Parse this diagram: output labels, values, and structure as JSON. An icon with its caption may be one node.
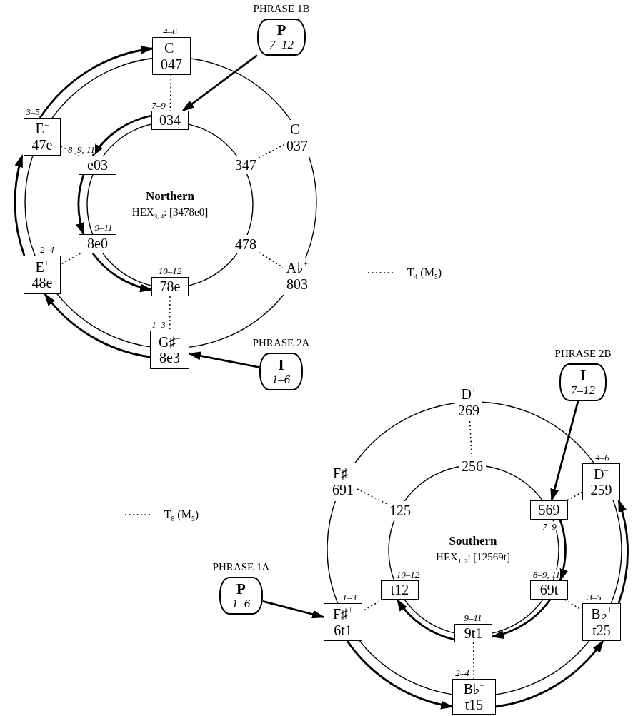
{
  "diagram": {
    "nodes": [
      {
        "text": [
          "PHRASE 1B",
          "P",
          "7–12"
        ]
      },
      {
        "text": [
          "C$^{+}$",
          "047"
        ],
        "beside": [
          "4–6"
        ]
      },
      {
        "text": [
          "034"
        ],
        "beside": [
          "7–9"
        ]
      },
      {
        "text": [
          "E$^{−}$",
          "47e"
        ],
        "beside": [
          "3–5"
        ]
      },
      {
        "text": [
          "C$^{−}$",
          "037"
        ]
      },
      {
        "text": [
          "e03"
        ],
        "beside": [
          "8–9, 11"
        ]
      },
      {
        "text": [
          "347"
        ]
      },
      {
        "text": [
          "8e0"
        ],
        "beside": [
          "9–11"
        ]
      },
      {
        "text": [
          "478"
        ]
      },
      {
        "text": [
          "E$^{+}$",
          "48e"
        ],
        "beside": [
          "2–4"
        ]
      },
      {
        "text": [
          "A♭$^{+}$",
          "803"
        ]
      },
      {
        "text": [
          "78e"
        ],
        "beside": [
          "10–12"
        ]
      },
      {
        "text": [
          "G♯$^{−}$",
          "8e3"
        ],
        "beside": [
          "1–3"
        ]
      },
      {
        "text": [
          "PHRASE 2A",
          "I",
          "1–6"
        ]
      },
      {
        "text": [
          "PHRASE 2B",
          "I",
          "7–12"
        ]
      },
      {
        "text": [
          "D$^{+}$",
          "269"
        ]
      },
      {
        "text": [
          "256"
        ]
      },
      {
        "text": [
          "D$^{−}$",
          "259"
        ],
        "beside": [
          "4–6"
        ]
      },
      {
        "text": [
          "F♯$^{−}$",
          "691"
        ]
      },
      {
        "text": [
          "125"
        ]
      },
      {
        "text": [
          "569"
        ],
        "beside": [
          "7–9"
        ]
      },
      {
        "text": [
          "t12"
        ],
        "beside": [
          "10–12"
        ]
      },
      {
        "text": [
          "69t"
        ],
        "beside": [
          "8–9, 11"
        ]
      },
      {
        "text": [
          "PHRASE 1A",
          "P",
          "1–6"
        ]
      },
      {
        "text": [
          "F♯$^{+}$",
          "6t1"
        ],
        "beside": [
          "1–3"
        ]
      },
      {
        "text": [
          "9t1"
        ],
        "beside": [
          "9–11"
        ]
      },
      {
        "text": [
          "B♭$^{+}$",
          "t25"
        ],
        "beside": [
          "3–5"
        ]
      },
      {
        "text": [
          "B♭$^{−}$",
          "t15"
        ],
        "beside": [
          "2–4"
        ]
      }
    ],
    "edges": [
      {
        "from": 9,
        "to": 3,
        "arrow": "to"
      },
      {
        "from": 3,
        "to": 1,
        "arrow": "to"
      },
      {
        "from": 12,
        "to": 9,
        "arrow": "to"
      },
      {
        "from": 0,
        "to": 2,
        "arrow": "to"
      },
      {
        "from": 2,
        "to": 5,
        "arrow": "to"
      },
      {
        "from": 5,
        "to": 7,
        "arrow": "to"
      },
      {
        "from": 7,
        "to": 11,
        "arrow": "to"
      },
      {
        "from": 13,
        "to": 12,
        "arrow": "to"
      },
      {
        "from": 1,
        "to": 2,
        "arrow": "none",
        "style": "dashed"
      },
      {
        "from": 3,
        "to": 5,
        "arrow": "none",
        "style": "dashed"
      },
      {
        "from": 4,
        "to": 6,
        "arrow": "none",
        "style": "dashed"
      },
      {
        "from": 7,
        "to": 9,
        "arrow": "none",
        "style": "dashed"
      },
      {
        "from": 8,
        "to": 10,
        "arrow": "none",
        "style": "dashed"
      },
      {
        "from": 11,
        "to": 12,
        "arrow": "none",
        "style": "dashed"
      },
      {
        "from": 14,
        "to": 20,
        "arrow": "to"
      },
      {
        "from": 20,
        "to": 22,
        "arrow": "to"
      },
      {
        "from": 22,
        "to": 25,
        "arrow": "to"
      },
      {
        "from": 25,
        "to": 21,
        "arrow": "to"
      },
      {
        "from": 23,
        "to": 24,
        "arrow": "to"
      },
      {
        "from": 24,
        "to": 27,
        "arrow": "to"
      },
      {
        "from": 27,
        "to": 26,
        "arrow": "to"
      },
      {
        "from": 26,
        "to": 17,
        "arrow": "to"
      },
      {
        "from": 15,
        "to": 16,
        "arrow": "none",
        "style": "dashed"
      },
      {
        "from": 18,
        "to": 19,
        "arrow": "none",
        "style": "dashed"
      },
      {
        "from": 17,
        "to": 20,
        "arrow": "none",
        "style": "dashed"
      },
      {
        "from": 21,
        "to": 24,
        "arrow": "none",
        "style": "dashed"
      },
      {
        "from": 22,
        "to": 26,
        "arrow": "none",
        "style": "dashed"
      },
      {
        "from": 25,
        "to": 27,
        "arrow": "none",
        "style": "dashed"
      }
    ],
    "labels": [
      "Northern",
      "HEX$_{3, 4}$: [3478e0]",
      "Southern",
      "HEX$_{1, 2}$: [12569t]"
    ],
    "legend": [
      {
        "text": "= T$_{4}$ (M$_{5}$)"
      },
      {
        "text": "= T$_{8}$ (M$_{5}$)"
      }
    ]
  }
}
